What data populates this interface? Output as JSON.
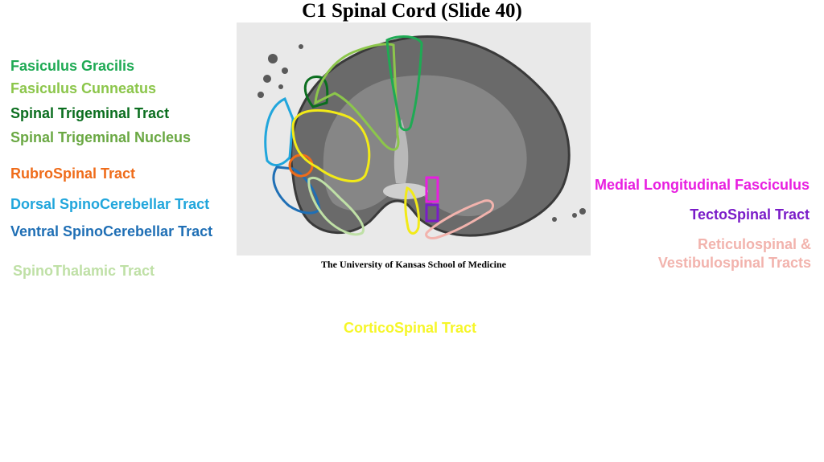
{
  "slide": {
    "title": "C1 Spinal Cord (Slide 40)",
    "credit": "The University of Kansas School of Medicine"
  },
  "labels": {
    "fasciculus_gracilis": {
      "text": "Fasiculus Gracilis",
      "color": "#1faa54"
    },
    "fasciculus_cuneatus": {
      "text": "Fasiculus Cunneatus",
      "color": "#8cc64b"
    },
    "spinal_trigeminal_tract": {
      "text": "Spinal Trigeminal Tract",
      "color": "#0b6e1f"
    },
    "spinal_trigeminal_nucleus": {
      "text": "Spinal Trigeminal Nucleus",
      "color": "#6aa843"
    },
    "rubrospinal_tract": {
      "text": "RubroSpinal Tract",
      "color": "#ef6c1a"
    },
    "dorsal_spinocerebellar_tract": {
      "text": "Dorsal SpinoCerebellar Tract",
      "color": "#21a6dc"
    },
    "ventral_spinocerebellar_tract": {
      "text": "Ventral SpinoCerebellar Tract",
      "color": "#1f6fb5"
    },
    "spinothalamic_tract": {
      "text": "SpinoThalamic Tract",
      "color": "#bfe0a6"
    },
    "corticospinal_tract": {
      "text": "CorticoSpinal Tract",
      "color": "#f6f628"
    },
    "medial_longitudinal_fasciculus": {
      "text": "Medial Longitudinal Fasciculus",
      "color": "#e81ee0"
    },
    "tectospinal_tract": {
      "text": "TectoSpinal Tract",
      "color": "#7a1cc8"
    },
    "reticulospinal_tracts": {
      "text": "Reticulospinal &\nVestibulospinal Tracts",
      "color": "#f2b3ad"
    }
  }
}
